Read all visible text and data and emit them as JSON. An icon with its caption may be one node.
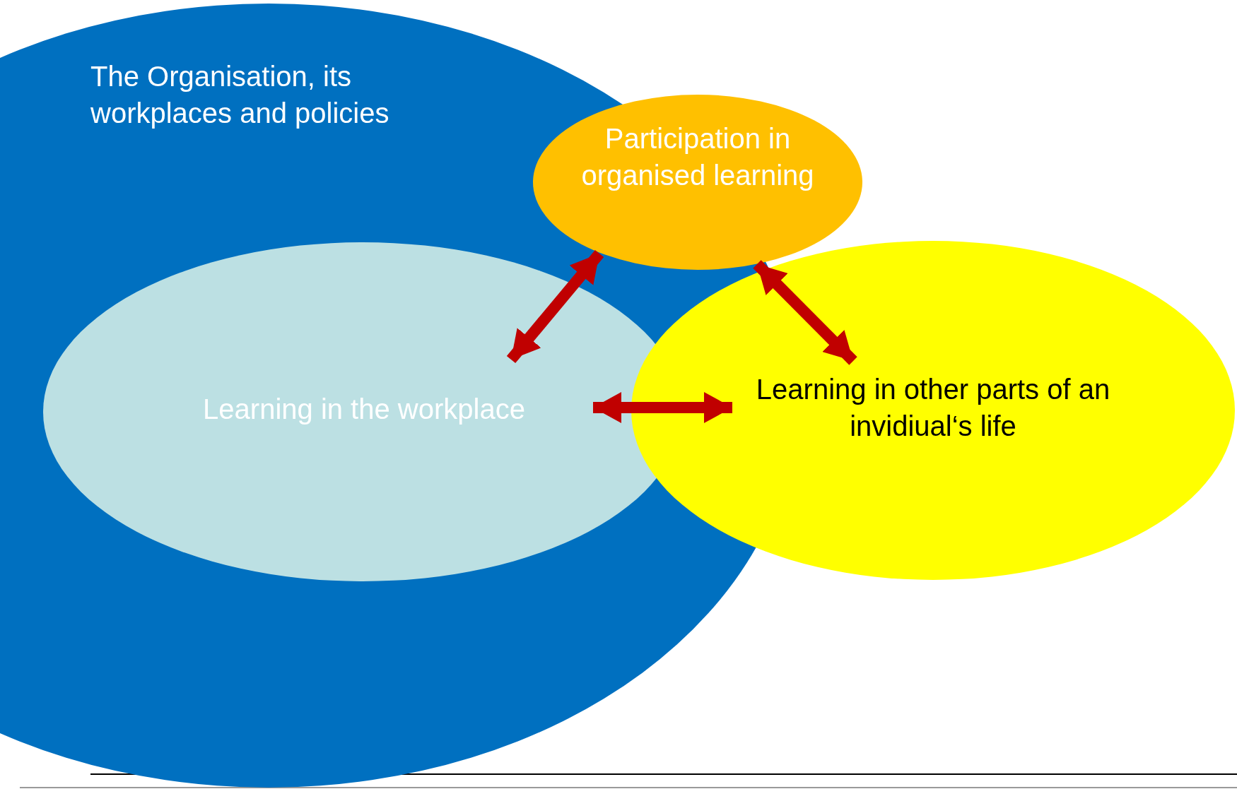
{
  "diagram": {
    "nodes": [
      {
        "text": [
          "The Organisation, its workplaces and policies"
        ]
      },
      {
        "text": [
          "Participation in organised learning"
        ]
      },
      {
        "text": [
          "Learning in the workplace"
        ],
        "in": 0
      },
      {
        "text": [
          "Learning in other parts of an invidiual‘s life"
        ]
      }
    ],
    "edges": [
      {
        "from": 2,
        "to": 1,
        "arrow": "both"
      },
      {
        "from": 1,
        "to": 3,
        "arrow": "both"
      },
      {
        "from": 2,
        "to": 3,
        "arrow": "both"
      }
    ]
  }
}
